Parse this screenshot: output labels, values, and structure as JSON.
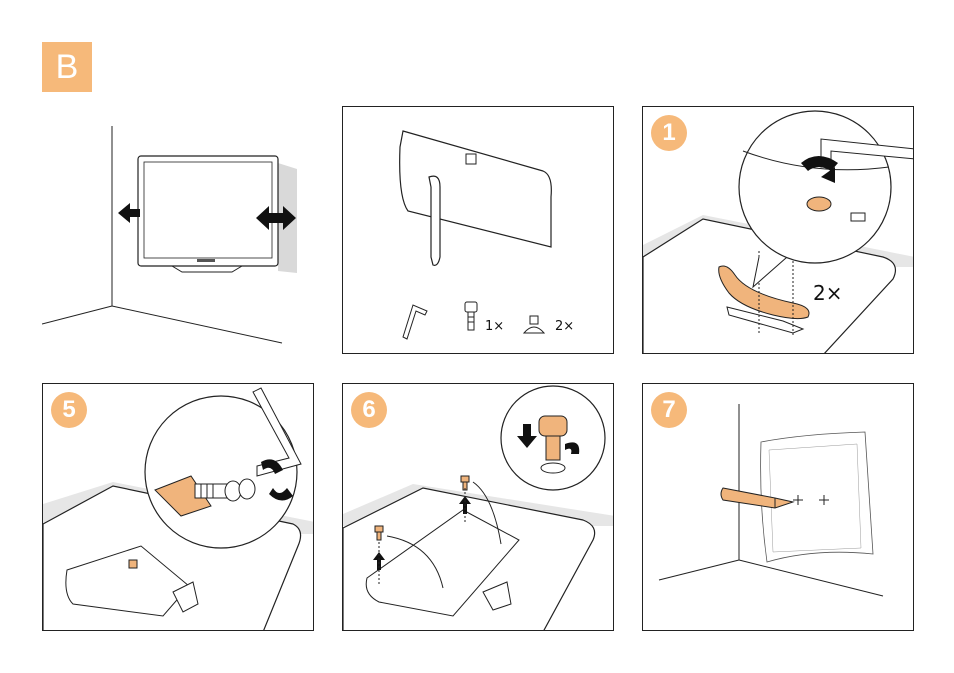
{
  "section": {
    "label": "B"
  },
  "panels": [
    {
      "id": "wall-overview"
    },
    {
      "id": "parts",
      "screw_qty": "1×",
      "cap_qty": "2×"
    },
    {
      "id": "step-1",
      "step": "1",
      "qty": "2×"
    },
    {
      "id": "step-5",
      "step": "5"
    },
    {
      "id": "step-6",
      "step": "6"
    },
    {
      "id": "step-7",
      "step": "7"
    }
  ],
  "colors": {
    "accent": "#f6b97a",
    "part_wood": "#f0b47c",
    "line": "#222222",
    "shadow": "#d9d9d9"
  }
}
